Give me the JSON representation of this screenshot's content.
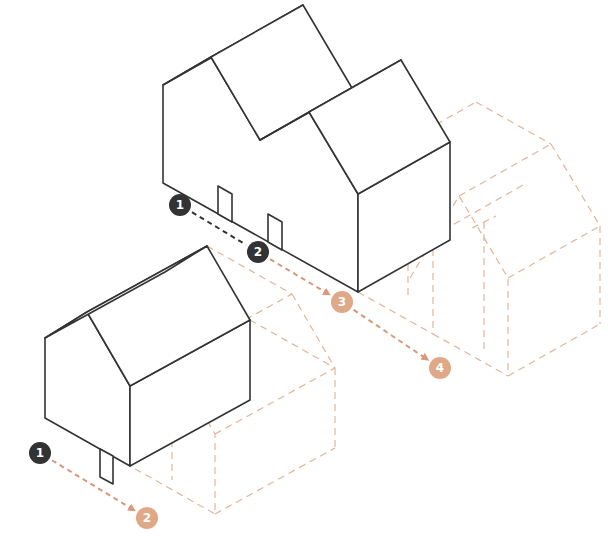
{
  "diagram": {
    "nodes": [
      {
        "text": [
          "1"
        ]
      },
      {
        "text": [
          "2"
        ]
      },
      {
        "text": [
          "3"
        ]
      },
      {
        "text": [
          "4"
        ]
      },
      {
        "text": [
          "1"
        ]
      },
      {
        "text": [
          "2"
        ]
      }
    ],
    "edges": [
      {
        "from": 0,
        "to": 1,
        "arrow": "none"
      },
      {
        "from": 1,
        "to": 2,
        "arrow": "to"
      },
      {
        "from": 2,
        "to": 3,
        "arrow": "to"
      },
      {
        "from": 4,
        "to": 5,
        "arrow": "to"
      }
    ]
  }
}
